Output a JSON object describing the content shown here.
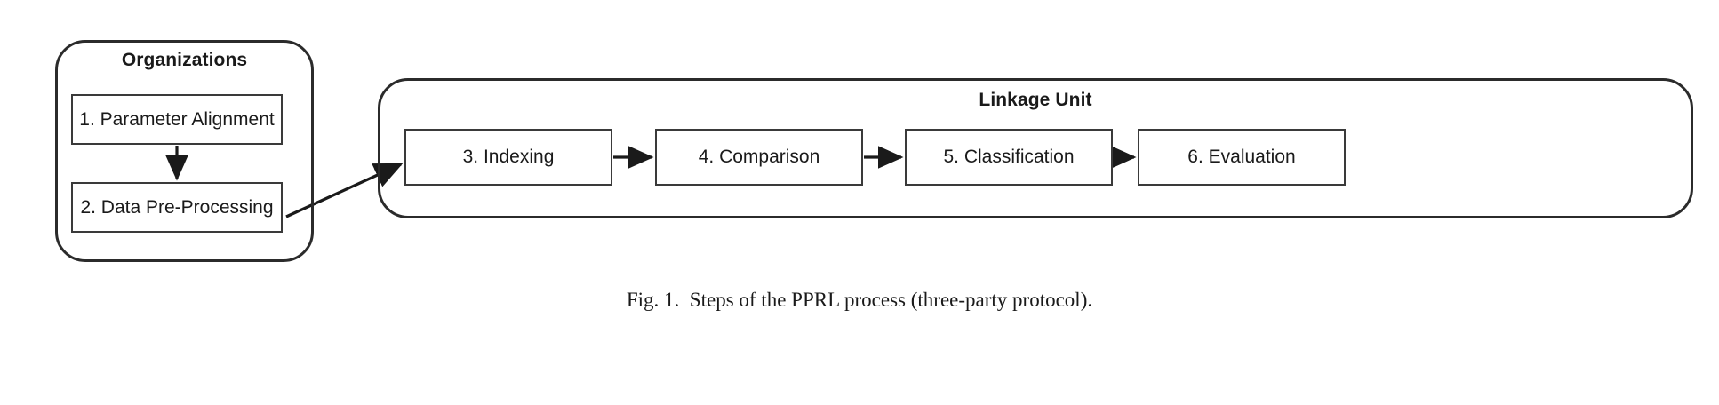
{
  "figure": {
    "caption": "Fig. 1.  Steps of the PPRL process (three-party protocol).",
    "stroke_color": "#2b2b2b",
    "box_stroke_color": "#3a3a3a",
    "background_color": "#ffffff",
    "text_color": "#1a1a1a"
  },
  "groups": {
    "organizations": {
      "title": "Organizations",
      "steps": [
        {
          "label": "1. Parameter Alignment"
        },
        {
          "label": "2. Data Pre-Processing"
        }
      ]
    },
    "linkage_unit": {
      "title": "Linkage Unit",
      "steps": [
        {
          "label": "3. Indexing"
        },
        {
          "label": "4. Comparison"
        },
        {
          "label": "5. Classification"
        },
        {
          "label": "6. Evaluation"
        }
      ]
    }
  },
  "connectors": [
    {
      "name": "arrow-step1-to-step2",
      "from": "1. Parameter Alignment",
      "to": "2. Data Pre-Processing",
      "direction": "down"
    },
    {
      "name": "arrow-step2-to-step3",
      "from": "2. Data Pre-Processing",
      "to": "3. Indexing",
      "direction": "diagonal-up-right"
    },
    {
      "name": "arrow-step3-to-step4",
      "from": "3. Indexing",
      "to": "4. Comparison",
      "direction": "right"
    },
    {
      "name": "arrow-step4-to-step5",
      "from": "4. Comparison",
      "to": "5. Classification",
      "direction": "right"
    },
    {
      "name": "arrow-step5-to-step6",
      "from": "5. Classification",
      "to": "6. Evaluation",
      "direction": "right"
    }
  ]
}
